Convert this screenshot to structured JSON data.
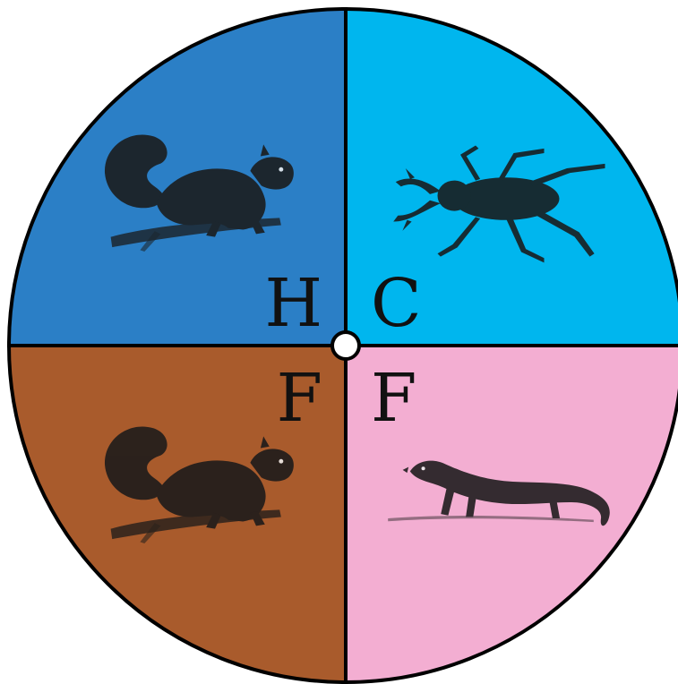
{
  "quadrants": [
    {
      "id": "top-left",
      "label": "H",
      "color": "#2b7fc6",
      "animal": "squirrel-icon"
    },
    {
      "id": "top-right",
      "label": "C",
      "color": "#00b6ee",
      "animal": "stag-beetle-icon"
    },
    {
      "id": "bottom-left",
      "label": "F",
      "color": "#a95b2c",
      "animal": "squirrel-icon"
    },
    {
      "id": "bottom-right",
      "label": "F",
      "color": "#f3aed2",
      "animal": "weasel-icon"
    }
  ],
  "outline_color": "#000000",
  "center_dot_color": "#ffffff"
}
